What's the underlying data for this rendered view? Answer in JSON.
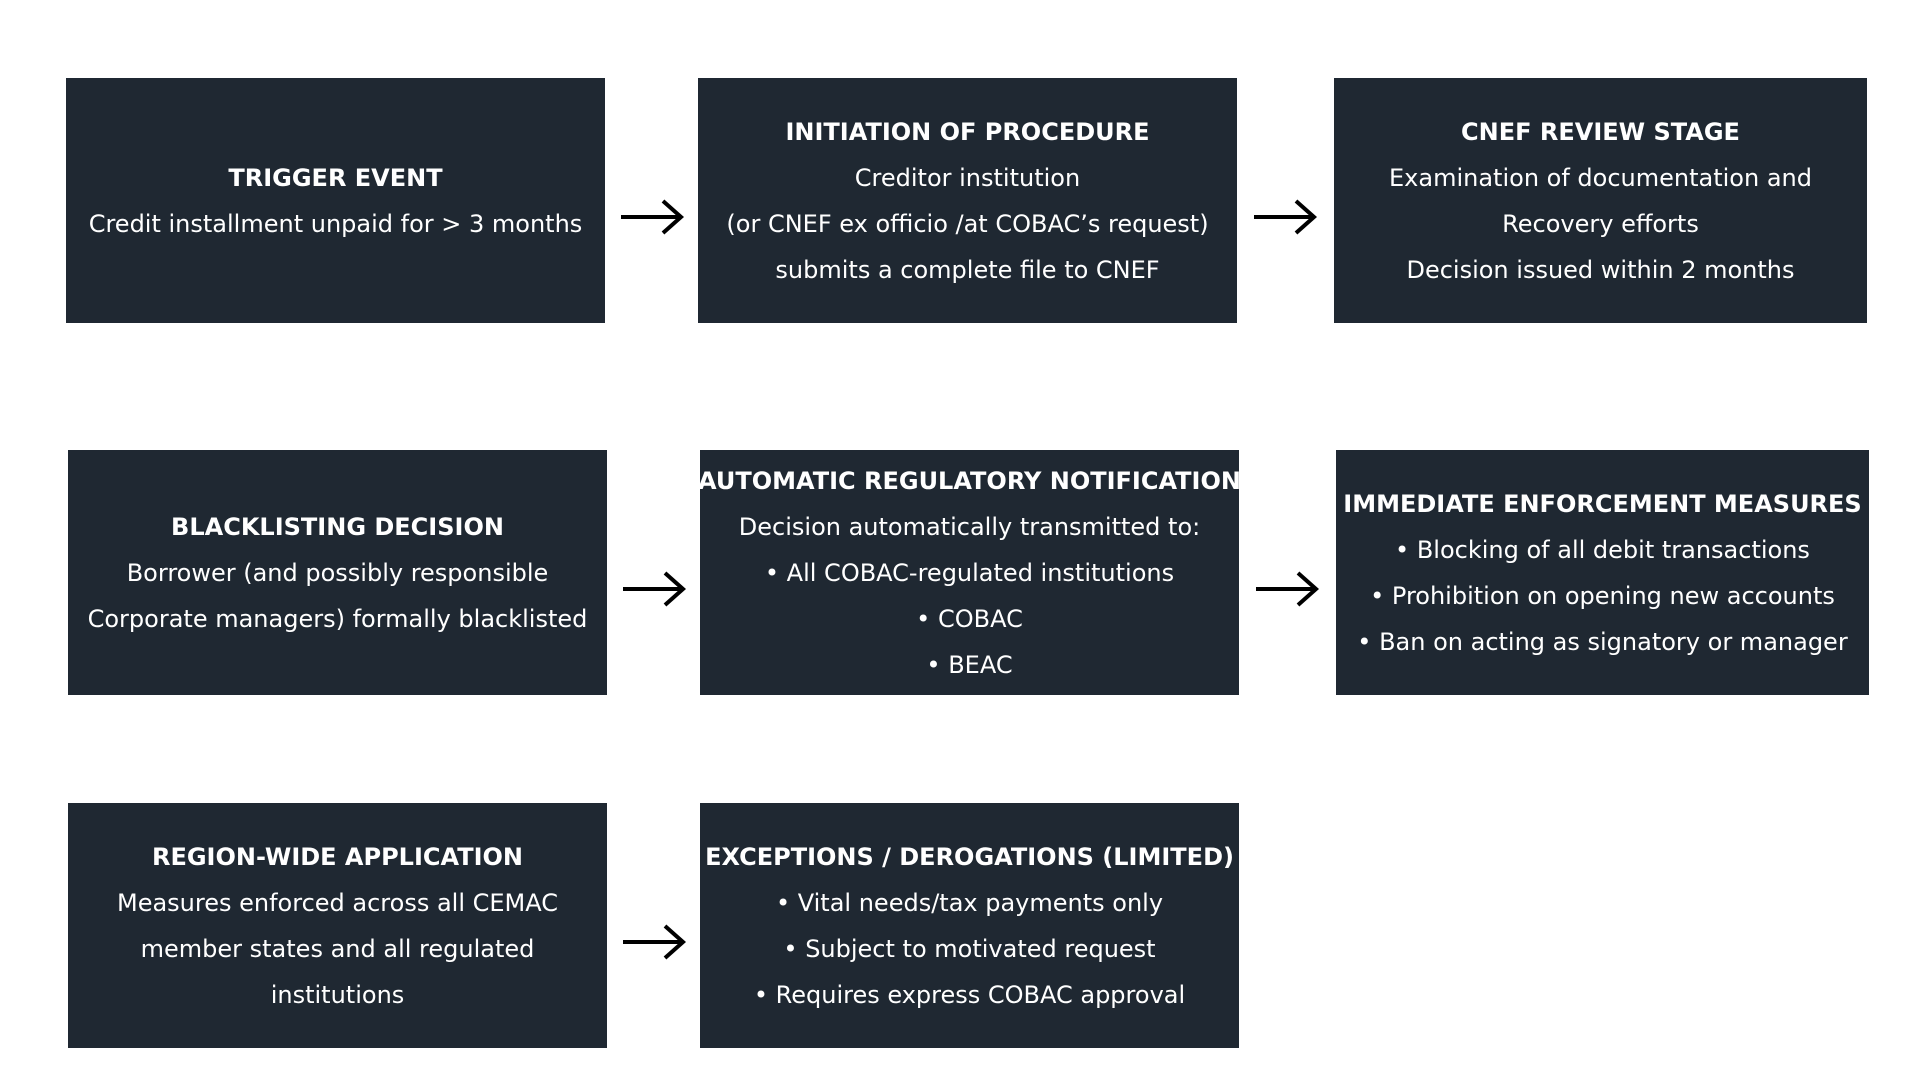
{
  "colors": {
    "background": "#ffffff",
    "box_fill": "#1f2832",
    "box_text": "#ffffff",
    "arrow": "#000000"
  },
  "boxes": [
    {
      "title": "TRIGGER EVENT",
      "lines": [
        "Credit installment unpaid for > 3 months"
      ]
    },
    {
      "title": "INITIATION OF PROCEDURE",
      "lines": [
        "Creditor institution",
        "(or CNEF ex officio /at COBAC’s request)",
        "submits a complete file to CNEF"
      ]
    },
    {
      "title": "CNEF REVIEW STAGE",
      "lines": [
        "Examination of documentation and",
        "Recovery efforts",
        "Decision issued within 2 months"
      ]
    },
    {
      "title": "BLACKLISTING DECISION",
      "lines": [
        "Borrower (and possibly responsible",
        "Corporate managers) formally blacklisted"
      ]
    },
    {
      "title": "AUTOMATIC REGULATORY NOTIFICATION",
      "lines": [
        "Decision automatically transmitted to:",
        "• All COBAC-regulated institutions",
        "• COBAC",
        "• BEAC"
      ]
    },
    {
      "title": "IMMEDIATE ENFORCEMENT MEASURES",
      "lines": [
        "• Blocking of all debit transactions",
        "• Prohibition on opening new accounts",
        "• Ban on acting as signatory or manager"
      ]
    },
    {
      "title": "REGION-WIDE APPLICATION",
      "lines": [
        "Measures enforced across all CEMAC",
        "member states and all regulated",
        "institutions"
      ]
    },
    {
      "title": "EXCEPTIONS / DEROGATIONS (LIMITED)",
      "lines": [
        "• Vital needs/tax payments only",
        "• Subject to motivated request",
        "• Requires express COBAC approval"
      ]
    }
  ],
  "arrows": [
    {
      "from": 0,
      "to": 1
    },
    {
      "from": 1,
      "to": 2
    },
    {
      "from": 3,
      "to": 4
    },
    {
      "from": 4,
      "to": 5
    },
    {
      "from": 6,
      "to": 7
    }
  ]
}
